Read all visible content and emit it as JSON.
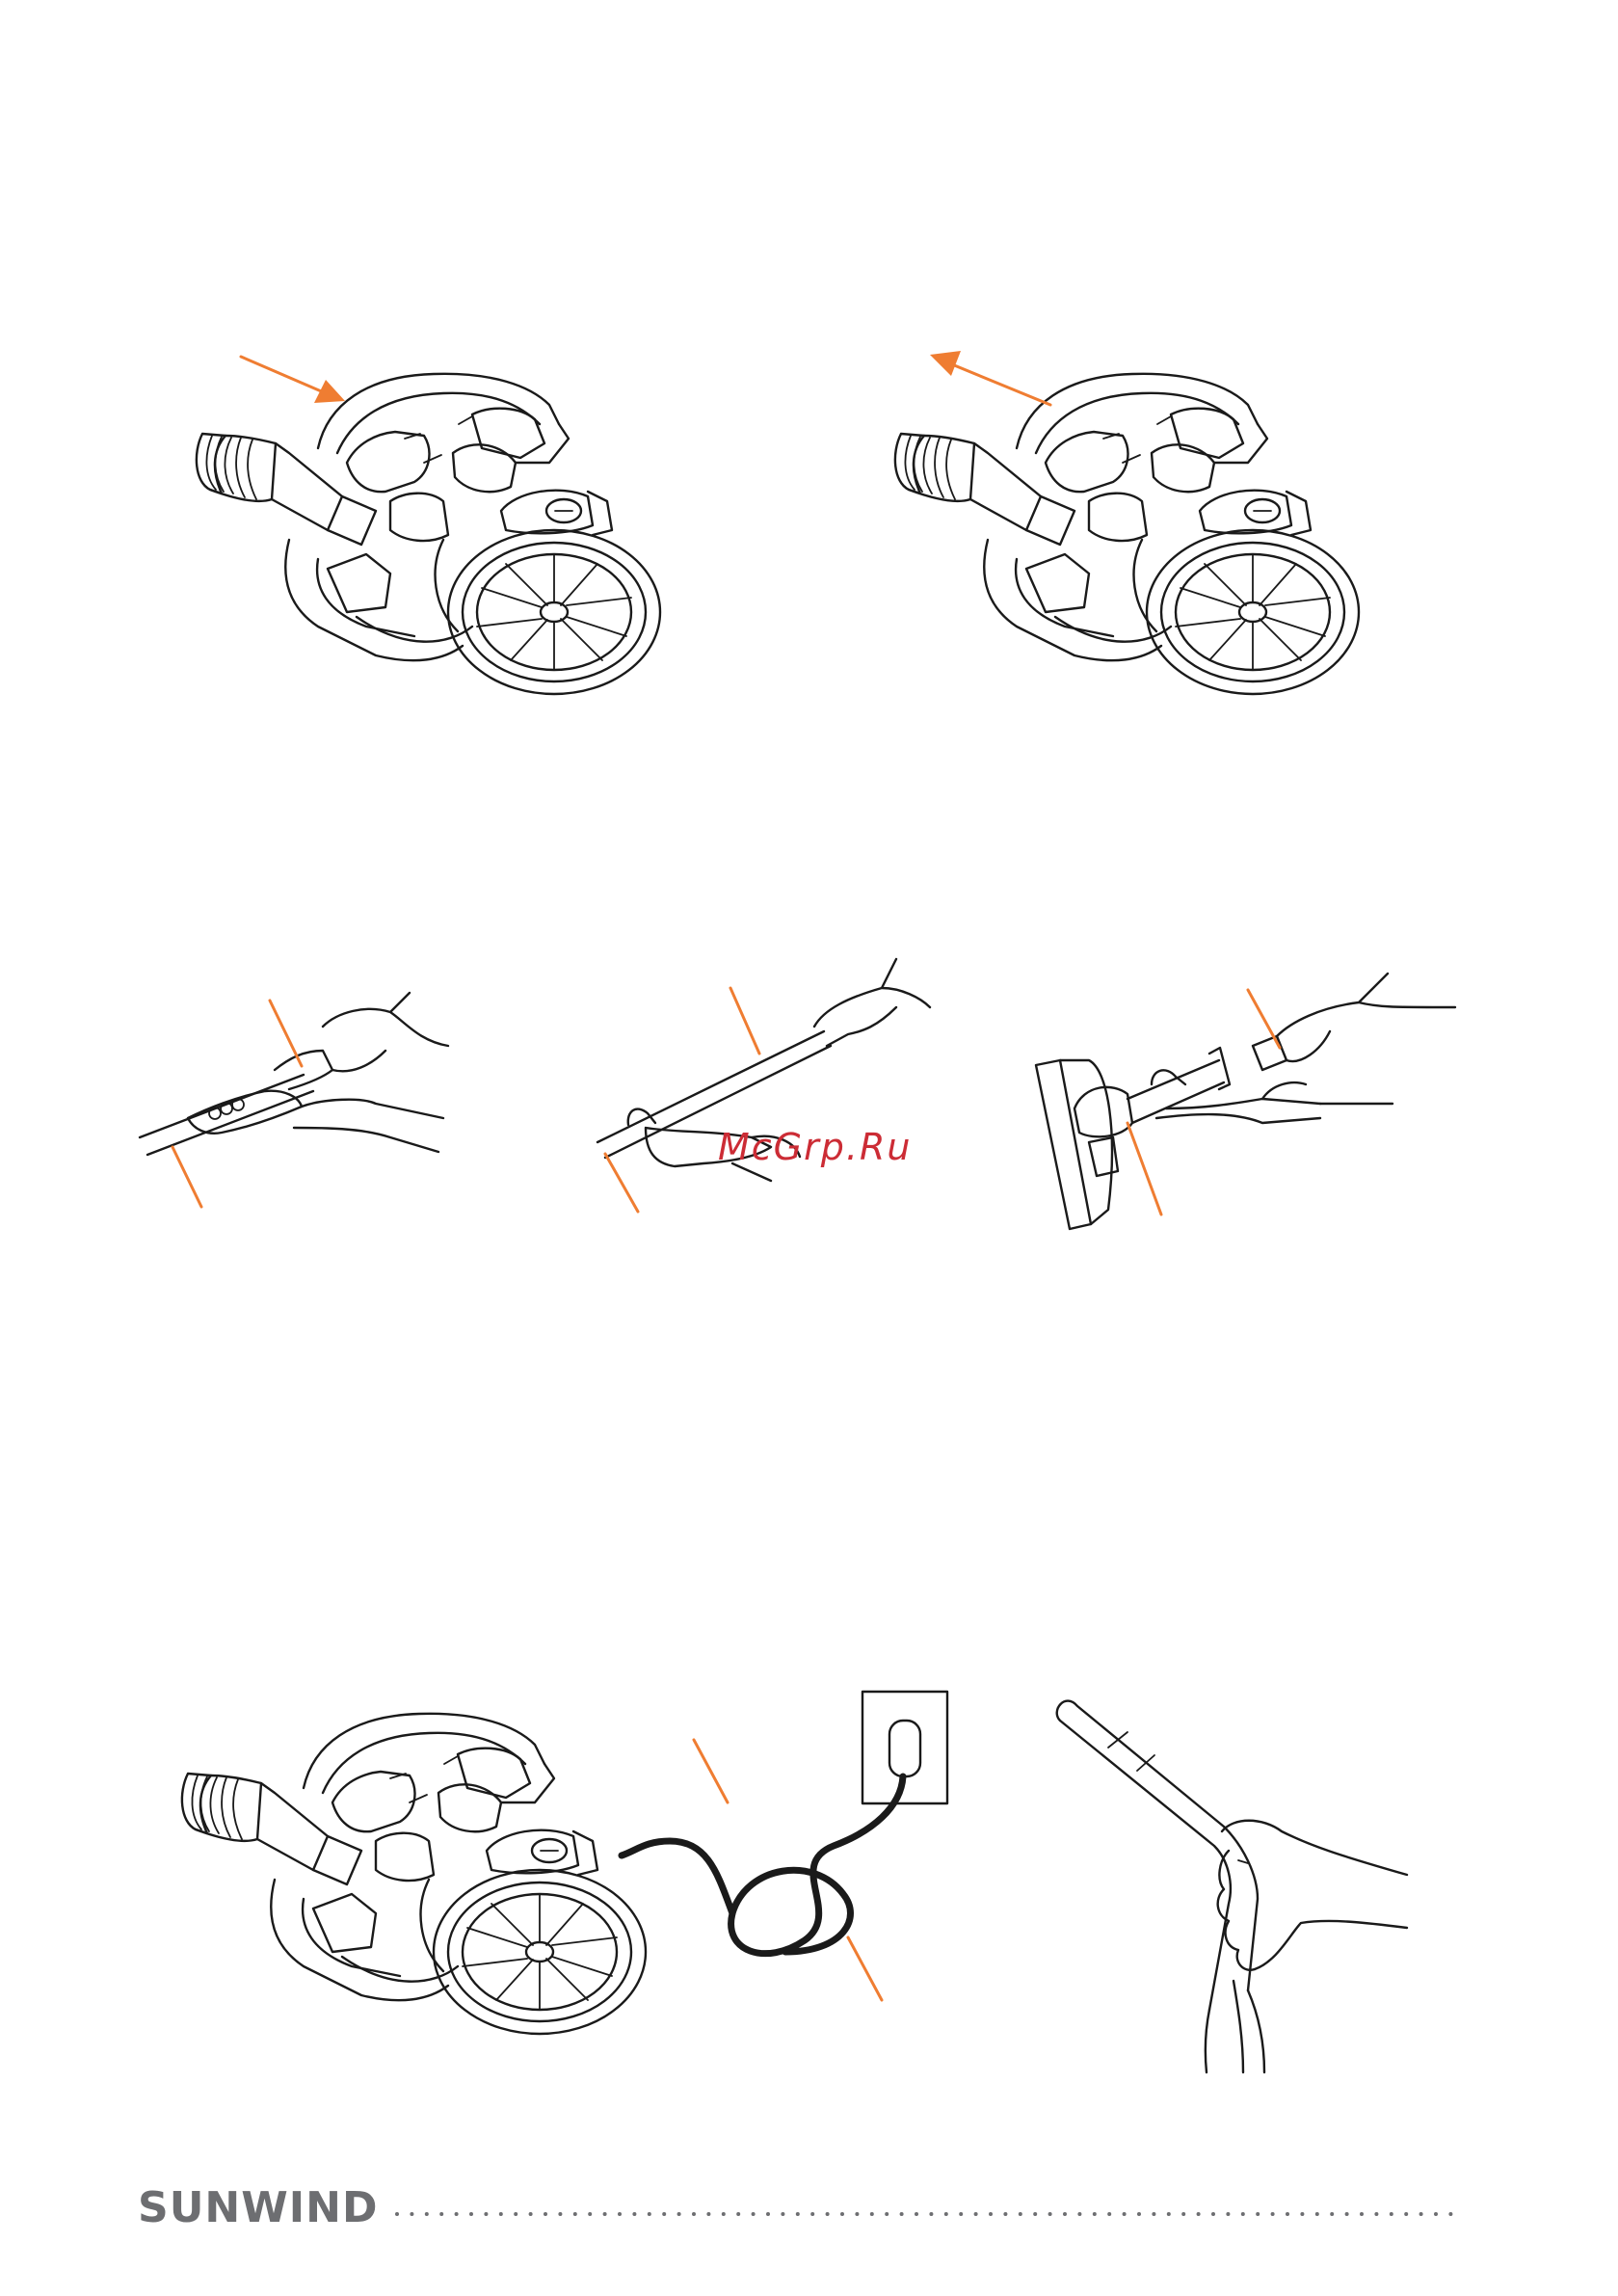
{
  "colors": {
    "accent": "#ef7d32",
    "brand": "#6d6e71",
    "watermark": "#cc2c35",
    "line": "#1a1a1a"
  },
  "watermark": {
    "text": "McGrp.Ru"
  },
  "footer": {
    "brand": "SUNWIND"
  },
  "figures": [
    {
      "name": "vacuum-hose-insert",
      "icon": "vacuum-cleaner-icon",
      "arrow": "arrow-in-icon"
    },
    {
      "name": "vacuum-hose-remove",
      "icon": "vacuum-cleaner-icon",
      "arrow": "arrow-out-icon"
    },
    {
      "name": "tube-connect",
      "icon": "hands-tube-icon"
    },
    {
      "name": "tube-extend",
      "icon": "hands-tube-icon"
    },
    {
      "name": "brush-attach",
      "icon": "floor-brush-icon"
    },
    {
      "name": "vacuum-plugged-in",
      "icon": "power-plug-icon"
    },
    {
      "name": "hand-holding-hose",
      "icon": "hand-hose-icon"
    }
  ]
}
